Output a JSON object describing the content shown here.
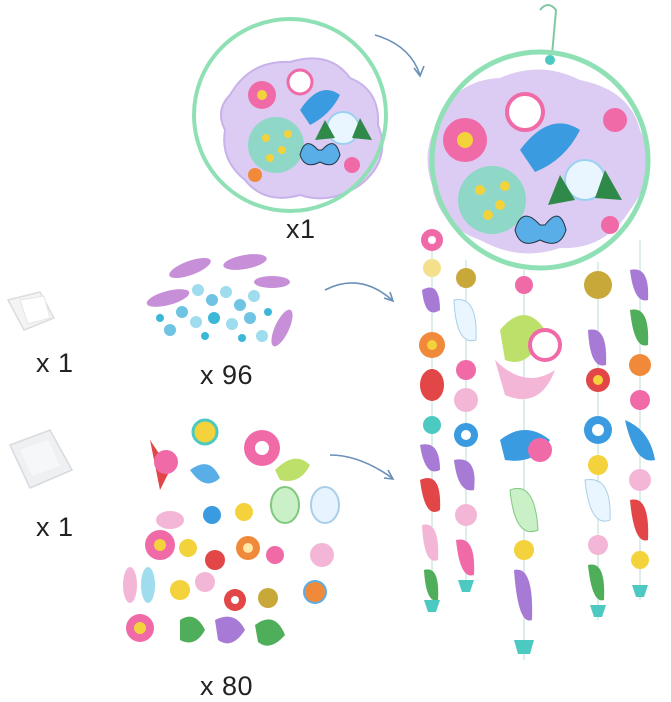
{
  "labels": {
    "hoop_qty": "x1",
    "thread_qty": "x 1",
    "beads_qty": "x 96",
    "bag_qty": "x 1",
    "stickers_qty": "x 80"
  },
  "colors": {
    "hoop": "#8fe0b5",
    "disc": "#d9c8f0",
    "arrow": "#6a8fb8",
    "pink": "#f06aa8",
    "orange": "#f08a3a",
    "yellow": "#f4d23c",
    "teal": "#4cc9c0",
    "green": "#4fae5a",
    "purple": "#a77ad6",
    "blue": "#5aaee8",
    "red": "#e24646",
    "gold": "#c9a83a"
  }
}
